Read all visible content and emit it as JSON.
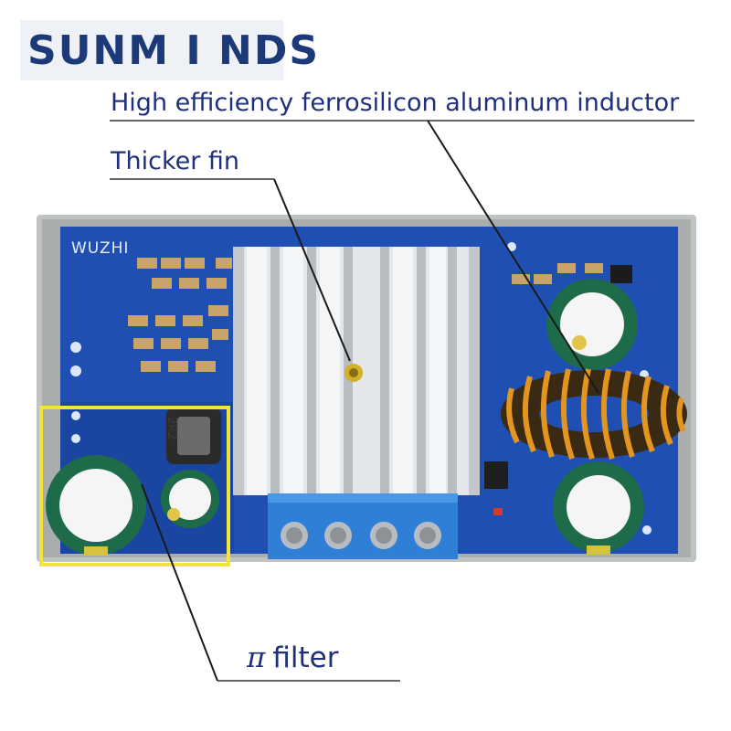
{
  "logo": {
    "text": "SUNM I NDS"
  },
  "callouts": {
    "inductor": "High efficiency ferrosilicon aluminum inductor",
    "fin": "Thicker fin",
    "filter_symbol": "π",
    "filter_word": "filter"
  },
  "board": {
    "maker_label": "WUZHI",
    "inductor_marking": "2R2"
  },
  "colors": {
    "callout_text": "#1f2f7a",
    "logo_text": "#1d3a78",
    "pcb": "#1f4fb3",
    "heatsink": "#d9dde2",
    "terminal_block": "#2f7fd6",
    "copper_coil": "#d9891c",
    "capacitor": "#1e6b4a",
    "highlight_box": "#f3e43a"
  }
}
